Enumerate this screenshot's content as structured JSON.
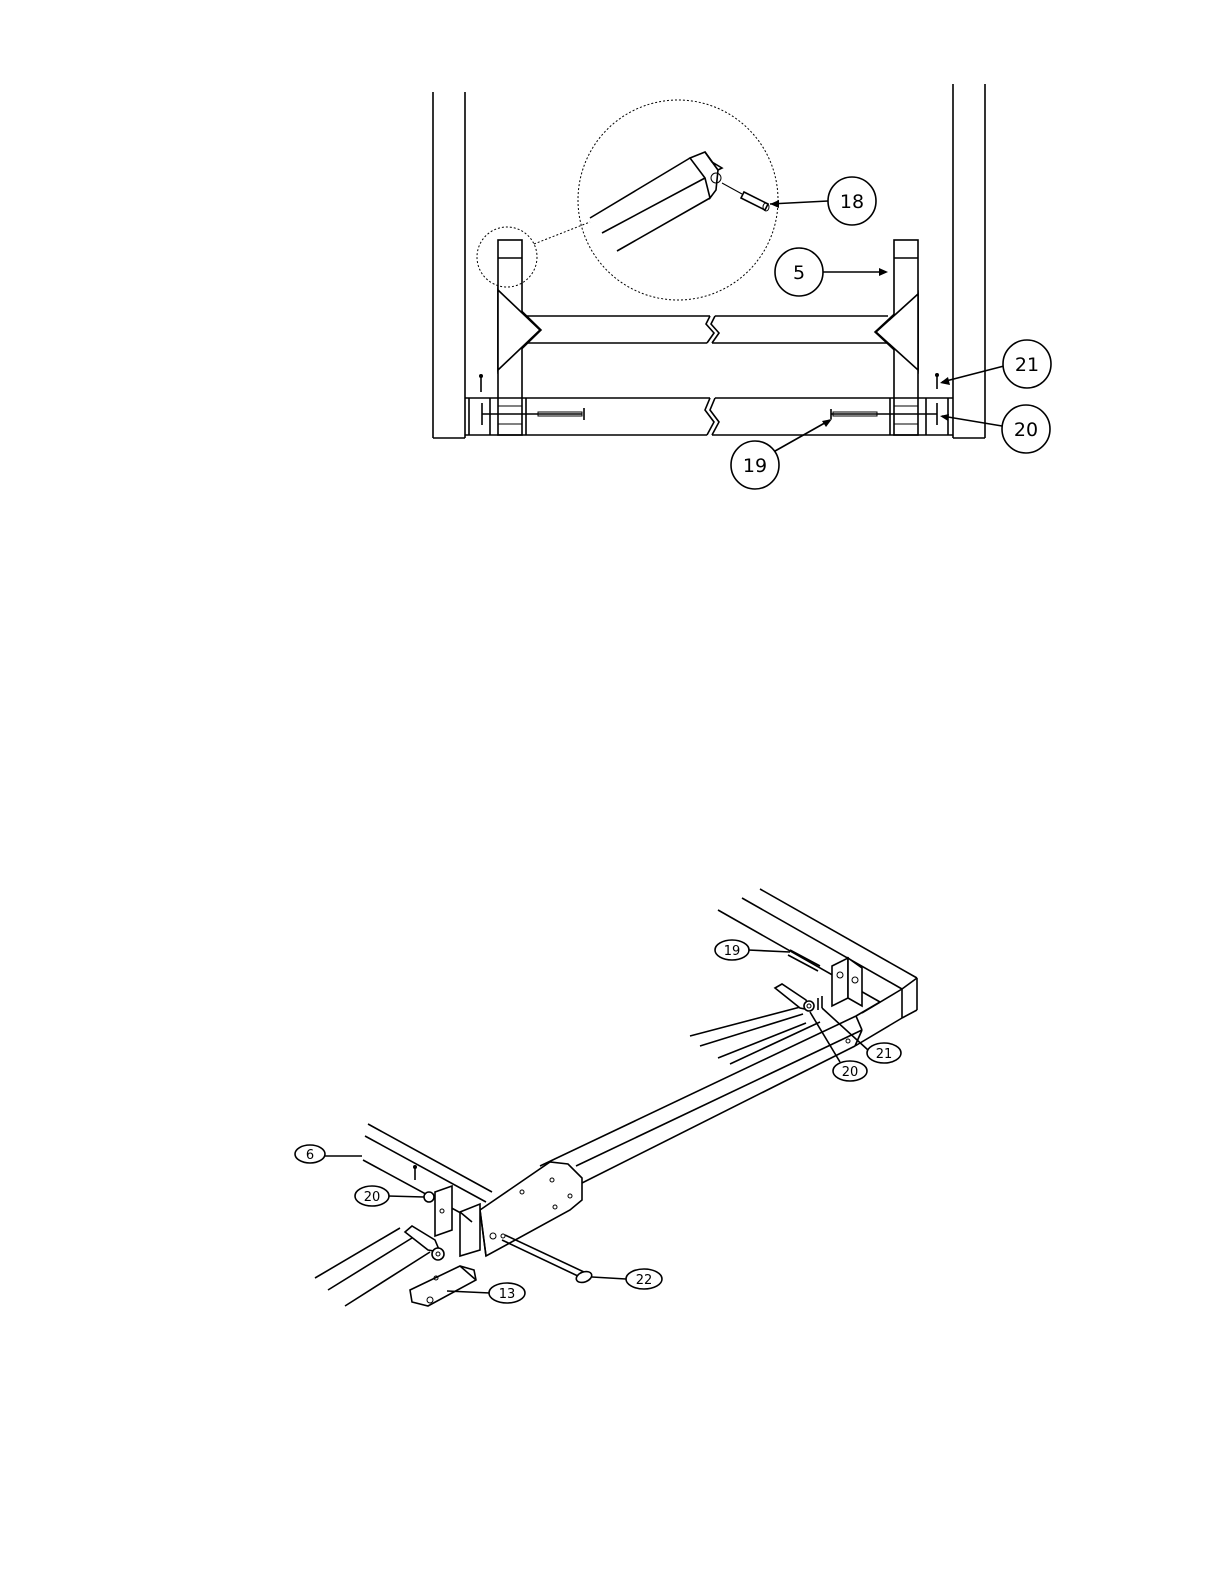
{
  "top_view": {
    "callouts": [
      {
        "id": "c18",
        "label": "18"
      },
      {
        "id": "c5",
        "label": "5"
      },
      {
        "id": "c21",
        "label": "21"
      },
      {
        "id": "c20",
        "label": "20"
      },
      {
        "id": "c19",
        "label": "19"
      }
    ]
  },
  "iso_view": {
    "callouts": [
      {
        "id": "i19",
        "label": "19"
      },
      {
        "id": "i21",
        "label": "21"
      },
      {
        "id": "i20a",
        "label": "20"
      },
      {
        "id": "i6",
        "label": "6"
      },
      {
        "id": "i20b",
        "label": "20"
      },
      {
        "id": "i22",
        "label": "22"
      },
      {
        "id": "i13",
        "label": "13"
      }
    ]
  }
}
